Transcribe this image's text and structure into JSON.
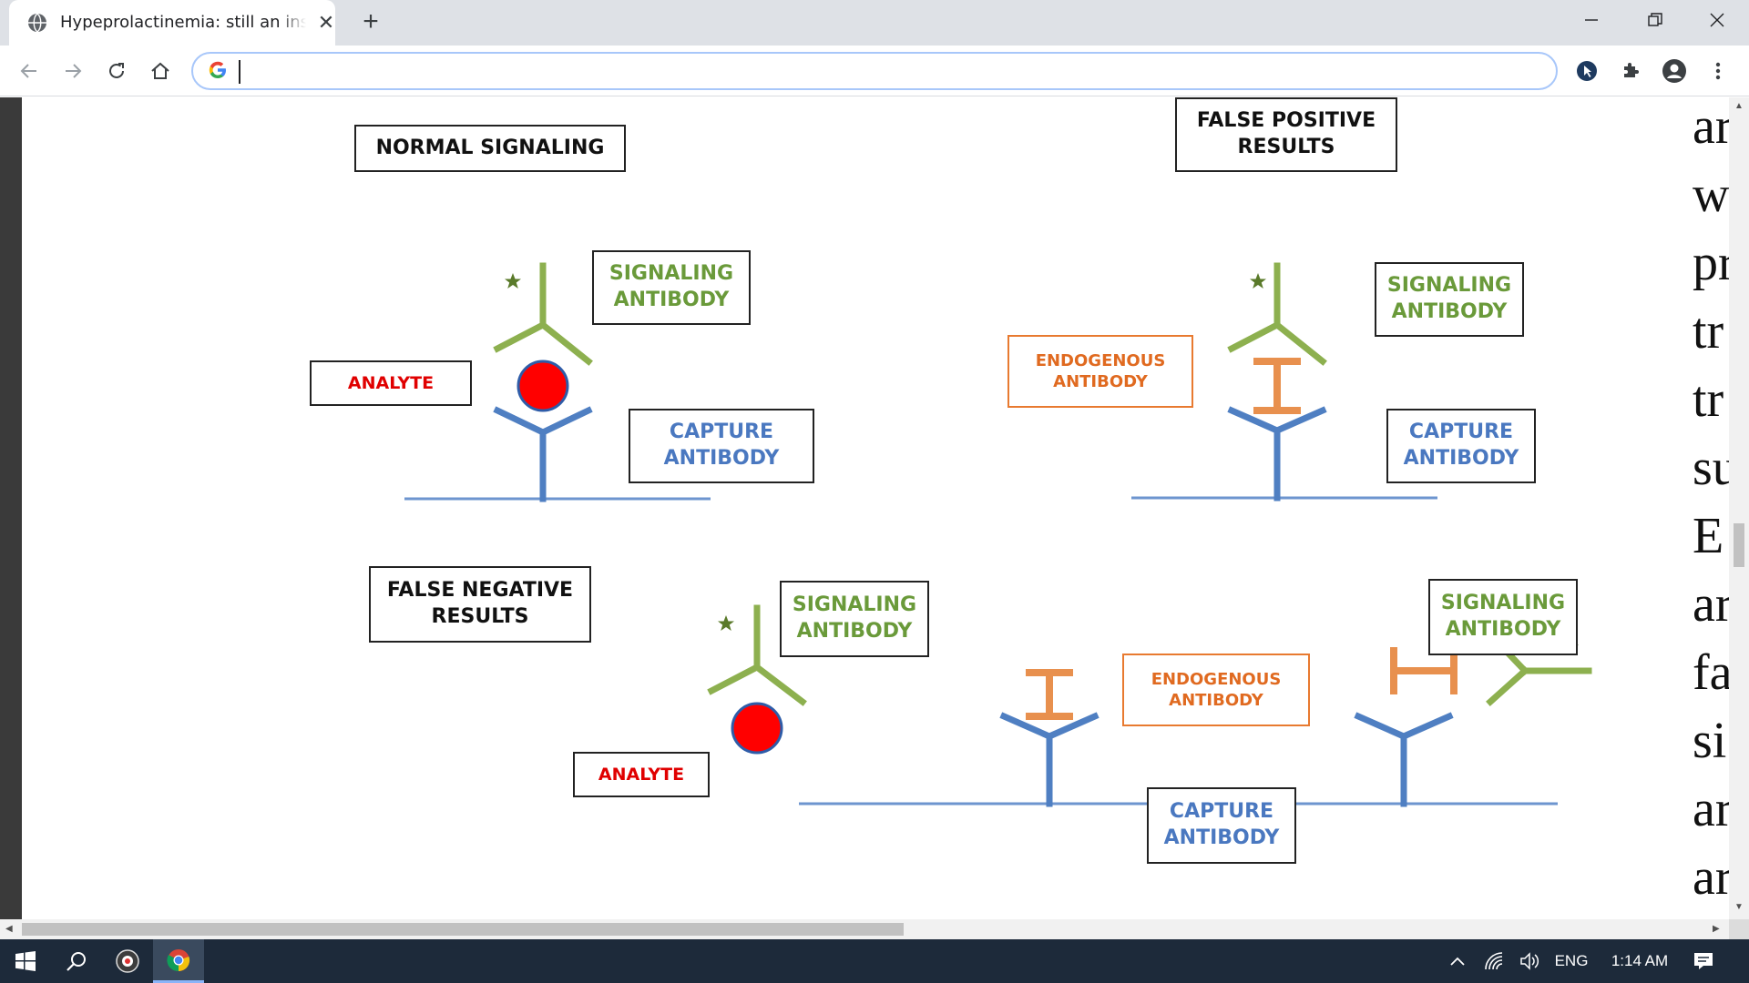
{
  "browser": {
    "tab": {
      "title": "Hypeprolactinemia: still an insidious diagnosis",
      "close_glyph": "✕"
    },
    "new_tab_glyph": "+",
    "omnibox": {
      "value": "",
      "placeholder": ""
    },
    "window_controls": {
      "minimize": "—",
      "restore": "❐",
      "close": "✕"
    }
  },
  "diagram": {
    "titles": {
      "normal": "NORMAL SIGNALING",
      "false_positive": "FALSE POSITIVE\nRESULTS",
      "false_negative": "FALSE NEGATIVE\nRESULTS"
    },
    "labels": {
      "signaling_antibody": "SIGNALING\nANTIBODY",
      "capture_antibody": "CAPTURE\nANTIBODY",
      "analyte": "ANALYTE",
      "endogenous_antibody": "ENDOGENOUS\nANTIBODY"
    },
    "colors": {
      "signaling": "#8db04f",
      "capture": "#4f7fc2",
      "analyte": "#ff0000",
      "endogenous": "#e8904e",
      "star": "#5a7a2a",
      "baseline": "#6d95cf"
    }
  },
  "page_text_fragments": [
    "ar",
    "w",
    "pr",
    "tr",
    "tr",
    "su",
    "E",
    "ar",
    "fa",
    "si",
    "ar",
    "ar"
  ],
  "taskbar": {
    "language": "ENG",
    "time": "1:14 AM"
  }
}
